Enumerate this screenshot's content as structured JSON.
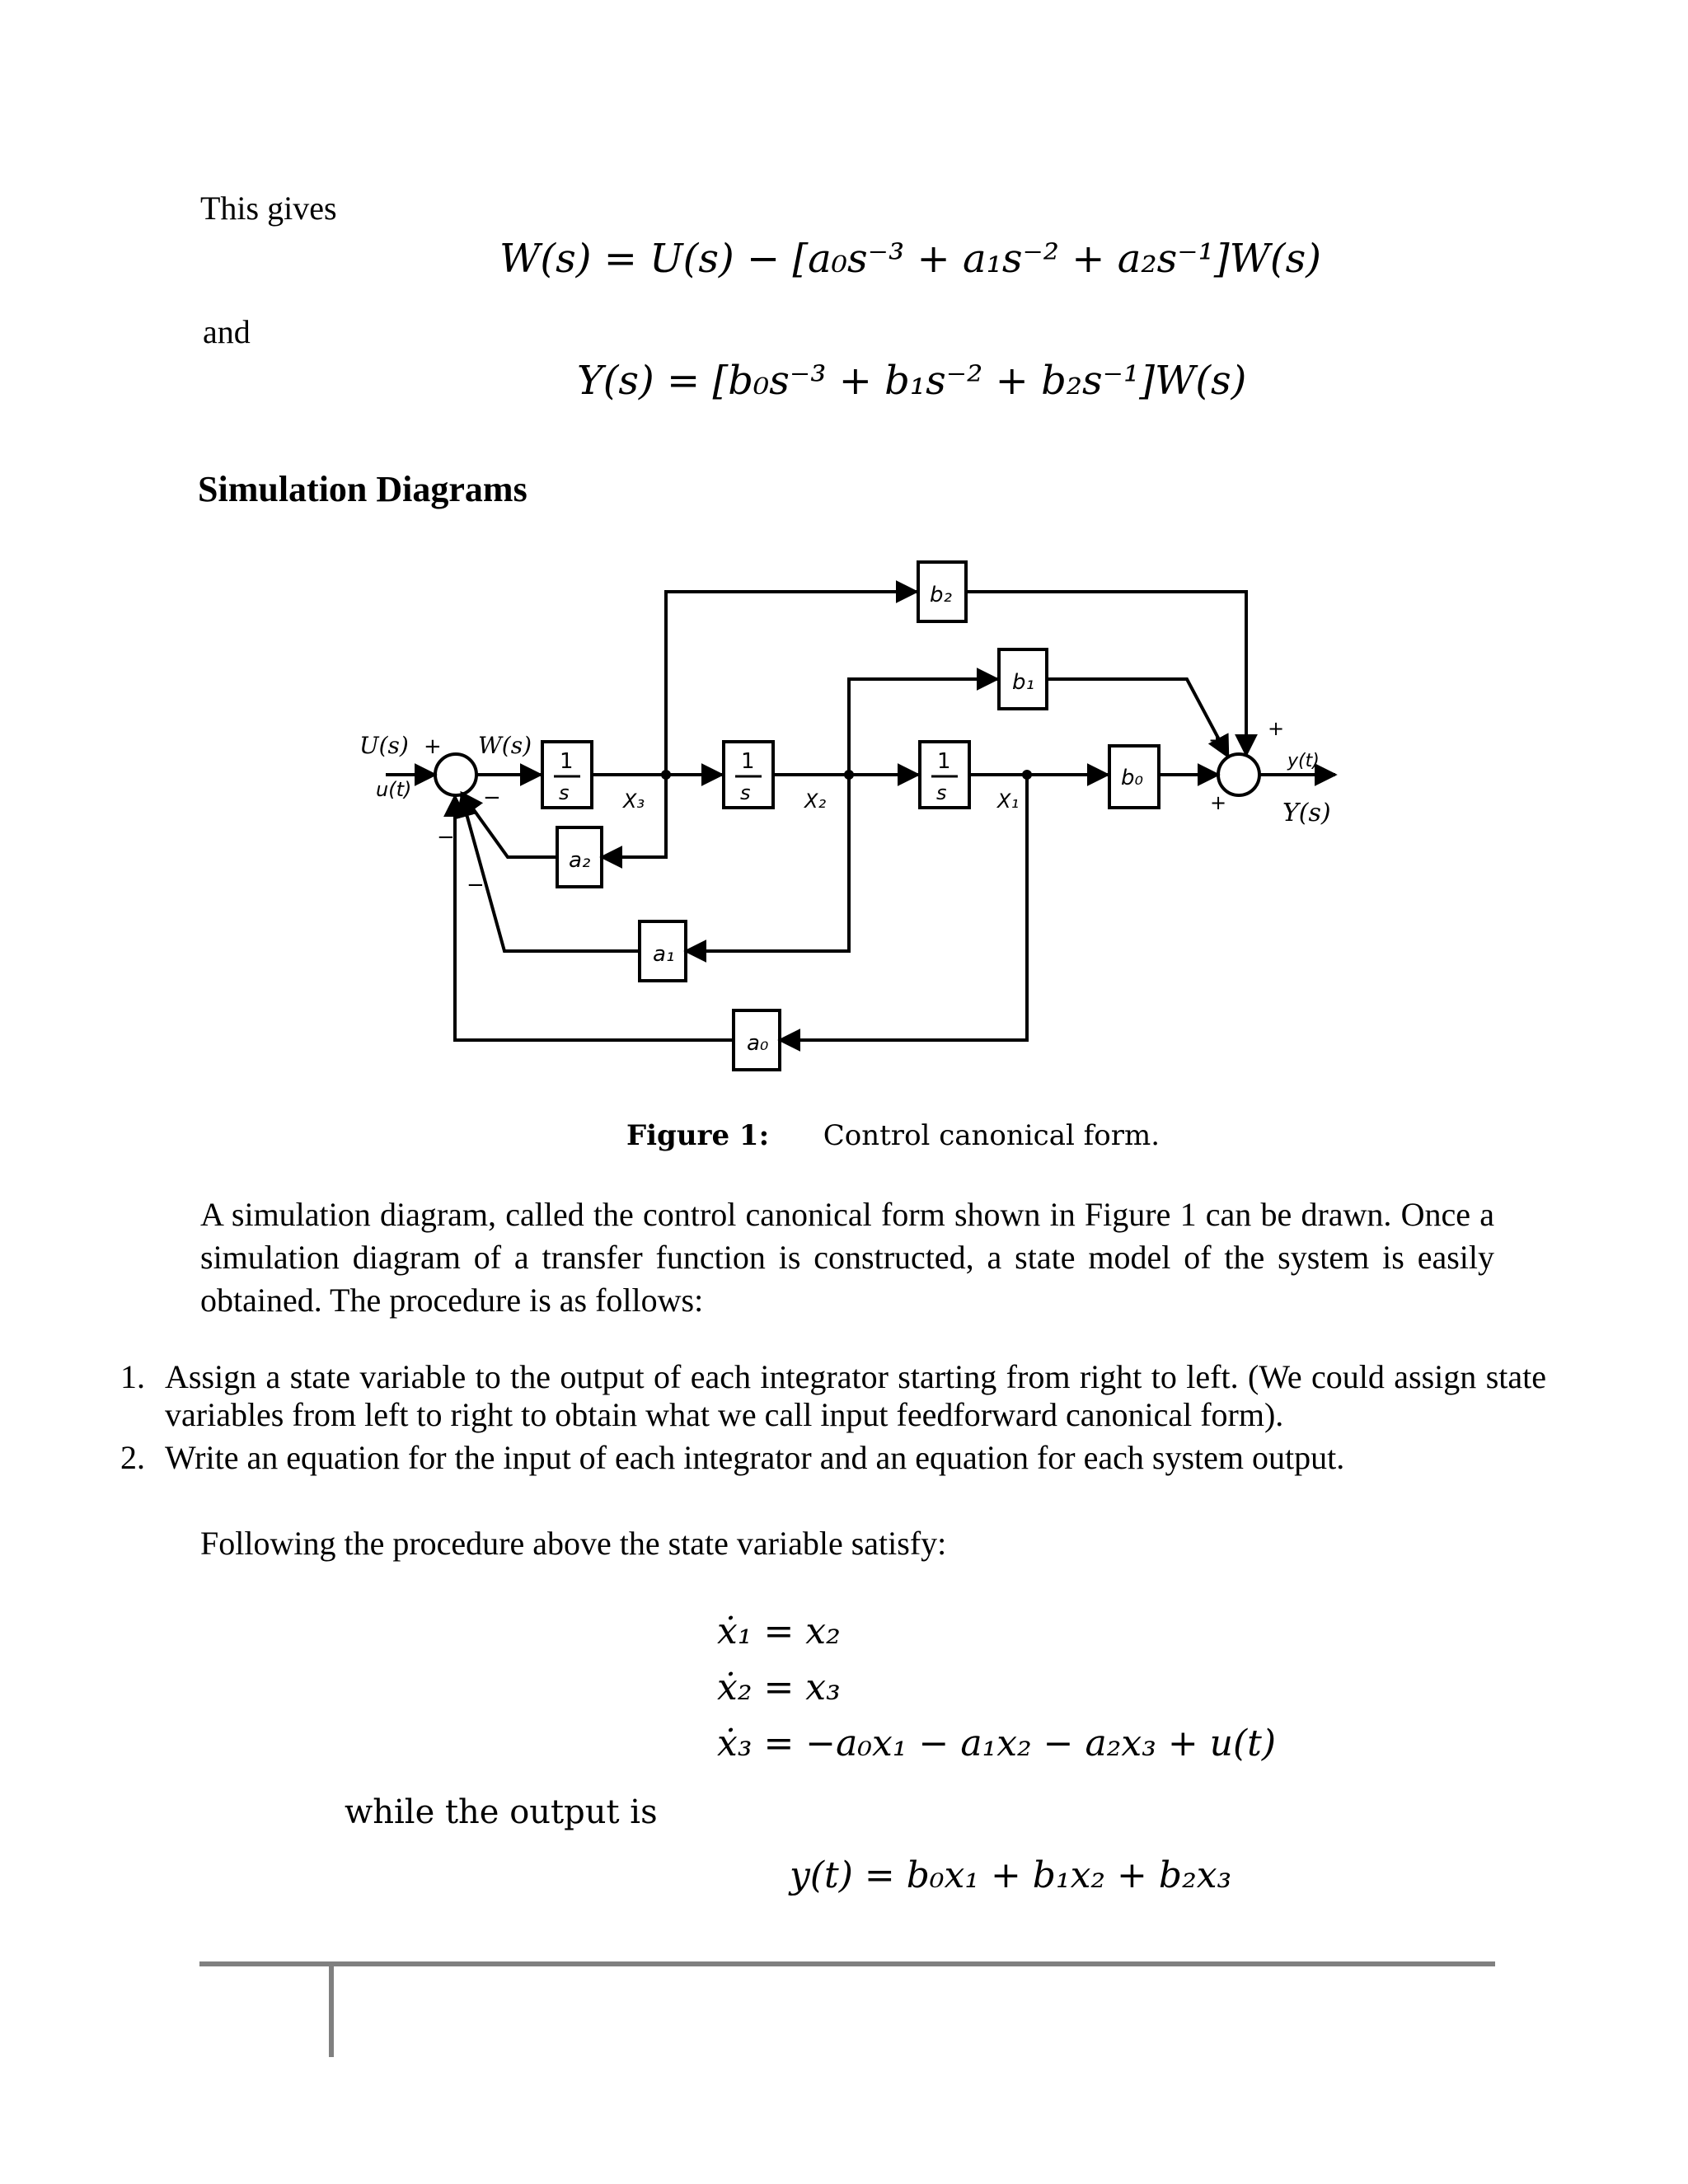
{
  "intro_text": "This gives",
  "eq_w": {
    "lhs": "W(s)",
    "rhs": "= U(s) − [a₀s⁻³ + a₁s⁻² + a₂s⁻¹]W(s)"
  },
  "and_text": "and",
  "eq_y": {
    "lhs": "Y(s)",
    "rhs": "= [b₀s⁻³ + b₁s⁻² + b₂s⁻¹]W(s)"
  },
  "section_heading": "Simulation Diagrams",
  "figure": {
    "labels": {
      "U": "U(s)",
      "u": "u(t)",
      "W": "W(s)",
      "Y": "Y(s)",
      "y": "y(t)",
      "x1": "X₁",
      "x2": "X₂",
      "x3": "X₃",
      "int1": "1",
      "int_s": "s",
      "a0": "a₀",
      "a1": "a₁",
      "a2": "a₂",
      "b0": "b₀",
      "b1": "b₁",
      "b2": "b₂",
      "plus": "+",
      "minus": "−"
    },
    "caption_label": "Figure 1:",
    "caption_text": "Control canonical form."
  },
  "paragraph": "A simulation diagram, called the control canonical form shown in Figure 1 can be drawn. Once a simulation diagram of a transfer function is constructed, a state model of the system is easily obtained. The procedure is as follows:",
  "steps": [
    "Assign a state variable to the output of each integrator starting from right to left. (We could assign state variables from left to right to obtain what we call input feedforward canonical form).",
    "Write an equation for the input of each integrator and an equation for each system output."
  ],
  "following_text": "Following the procedure above the state variable satisfy:",
  "state_equations": [
    {
      "lhs": "ẋ₁",
      "rhs": "= x₂"
    },
    {
      "lhs": "ẋ₂",
      "rhs": "= x₃"
    },
    {
      "lhs": "ẋ₃",
      "rhs": "= −a₀x₁ − a₁x₂ − a₂x₃ + u(t)"
    }
  ],
  "output_intro": "while the output is",
  "output_equation": "y(t) = b₀x₁ + b₁x₂ + b₂x₃",
  "colors": {
    "text": "#000000",
    "footer_rule": "#808080"
  }
}
